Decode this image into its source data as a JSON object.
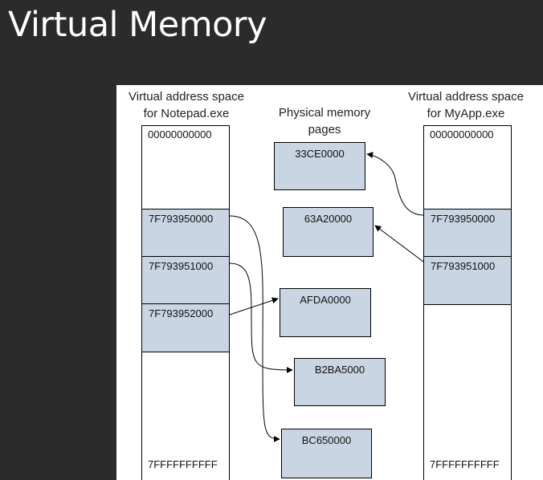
{
  "slide": {
    "title": "Virtual Memory"
  },
  "diagram": {
    "left_space": {
      "label_line1": "Virtual address space",
      "label_line2": "for Notepad.exe",
      "top_addr": "00000000000",
      "seg1": "7F793950000",
      "seg2": "7F793951000",
      "seg3": "7F793952000",
      "bottom_addr": "7FFFFFFFFFF"
    },
    "right_space": {
      "label_line1": "Virtual address space",
      "label_line2": "for MyApp.exe",
      "top_addr": "00000000000",
      "seg1": "7F793950000",
      "seg2": "7F793951000",
      "bottom_addr": "7FFFFFFFFFF"
    },
    "physical": {
      "label_line1": "Physical memory",
      "label_line2": "pages",
      "pages": [
        "33CE0000",
        "63A20000",
        "AFDA0000",
        "B2BA5000",
        "BC650000"
      ]
    },
    "colors": {
      "segment_fill": "#c9d5e3",
      "background": "#2b2b2b"
    }
  }
}
